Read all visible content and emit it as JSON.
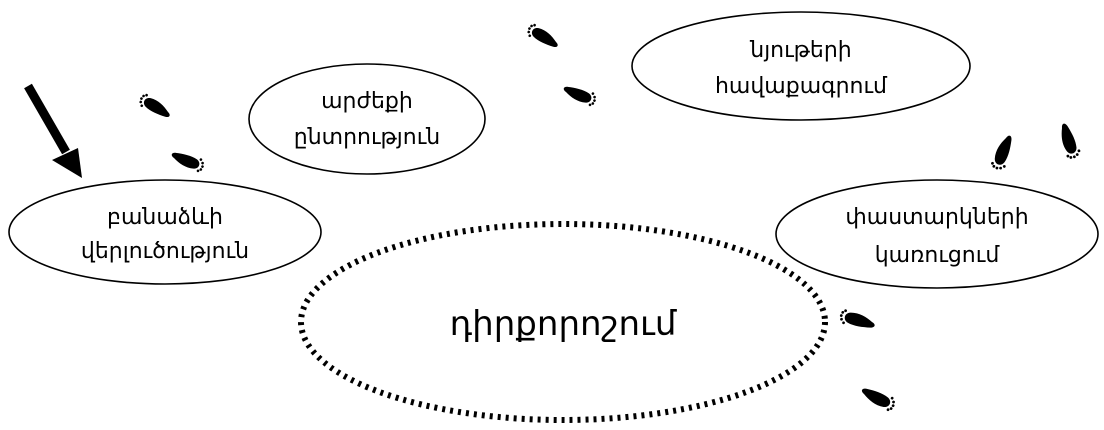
{
  "diagram": {
    "center": {
      "label": "դիրքորոշում"
    },
    "steps": [
      {
        "lines": [
          "բանաձևի",
          "վերլուծություն"
        ]
      },
      {
        "lines": [
          "արժեքի",
          "ընտրություն"
        ]
      },
      {
        "lines": [
          "նյութերի",
          "հավաքագրում"
        ]
      },
      {
        "lines": [
          "փաստարկների",
          "կառուցում"
        ]
      }
    ],
    "icons": [
      "arrow-down-right-icon",
      "footprints-icon"
    ]
  },
  "colors": {
    "stroke": "#000000",
    "background": "#ffffff"
  }
}
